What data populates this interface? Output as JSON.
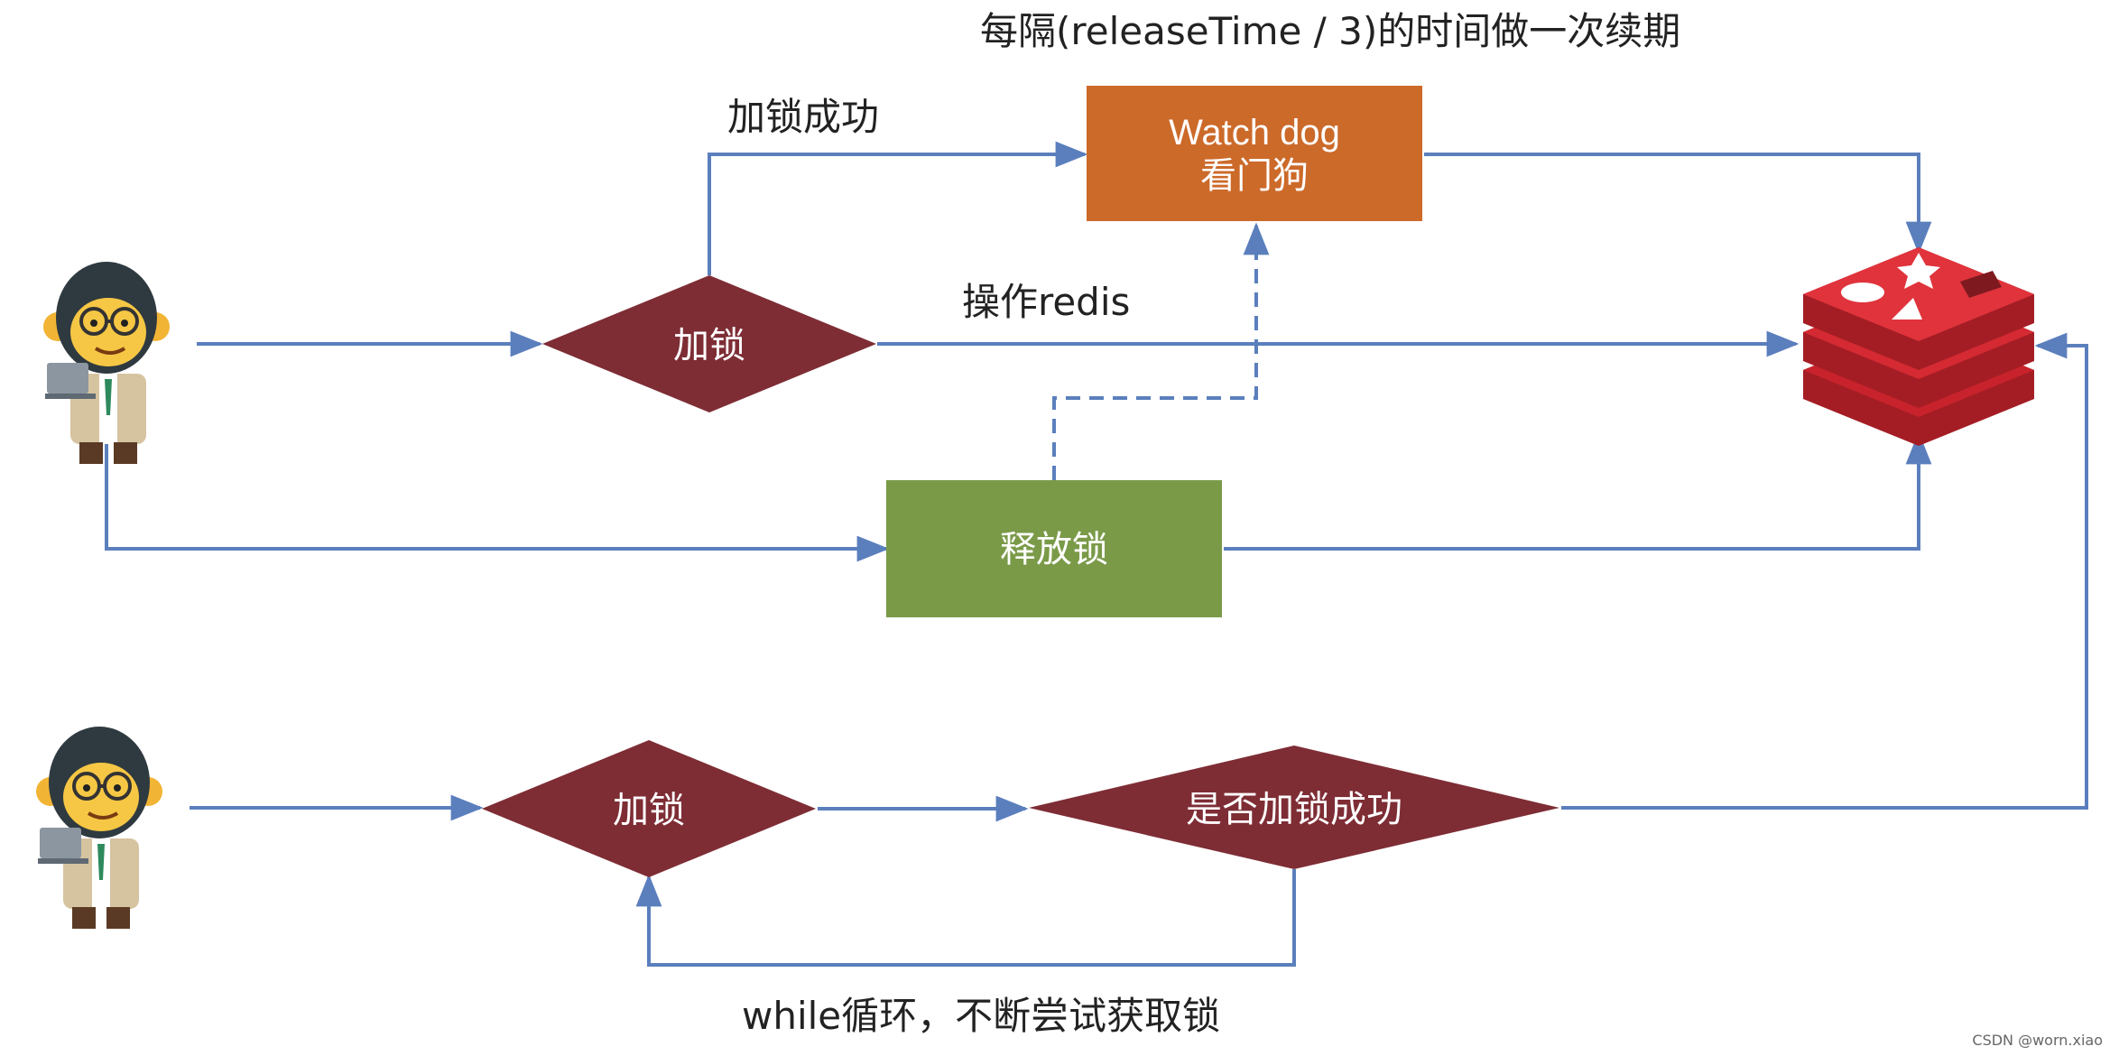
{
  "diagram": {
    "top_caption": "每隔(releaseTime / 3)的时间做一次续期",
    "label_lock_success": "加锁成功",
    "label_operate_redis": "操作redis",
    "label_while_loop": "while循环，不断尝试获取锁",
    "watchdog": {
      "line1": "Watch dog",
      "line2": "看门狗"
    },
    "release_lock": "释放锁",
    "lock_top": "加锁",
    "lock_bottom": "加锁",
    "is_lock_success": "是否加锁成功",
    "watermark": "CSDN @worn.xiao"
  },
  "colors": {
    "arrow": "#5b7fbd",
    "diamond": "#7e2d35",
    "watchdog_fill": "#cc6a2a",
    "release_fill": "#7a9a48",
    "redis_red": "#c8232c",
    "node_text": "#ffffff"
  },
  "icons": {
    "user_top": "monkey-user-icon",
    "user_bottom": "monkey-user-icon",
    "database": "redis-logo-icon"
  }
}
